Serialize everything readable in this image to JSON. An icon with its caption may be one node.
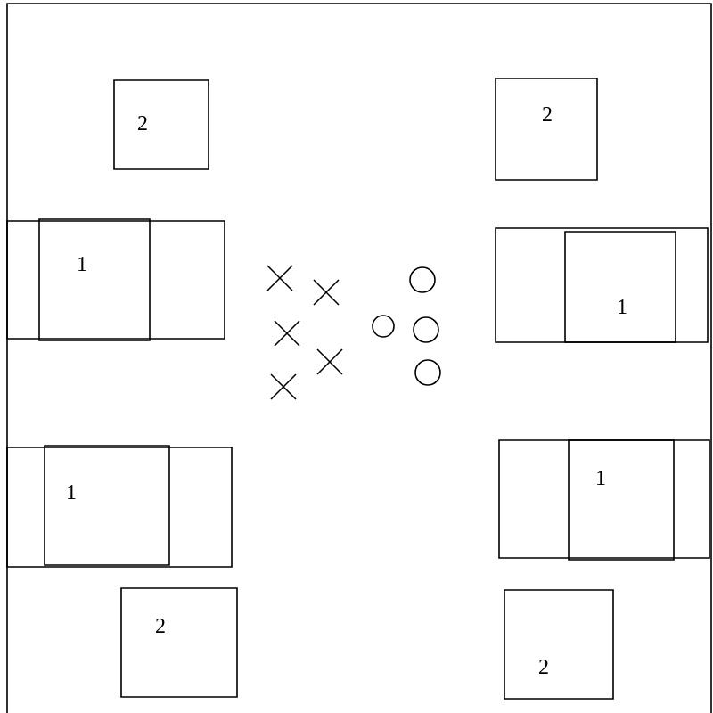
{
  "diagram": {
    "nodes": [
      {
        "text": [
          "2"
        ]
      },
      {
        "text": [
          "2"
        ]
      },
      {
        "text": [],
        "shape": "box"
      },
      {
        "text": [
          "1"
        ],
        "in": 2
      },
      {
        "text": [],
        "shape": "box"
      },
      {
        "text": [
          "1"
        ],
        "in": 4
      },
      {
        "text": [],
        "shape": "box"
      },
      {
        "text": [
          "1"
        ],
        "in": 6
      },
      {
        "text": [],
        "shape": "box"
      },
      {
        "text": [
          "1"
        ],
        "in": 8
      },
      {
        "text": [
          "2"
        ]
      },
      {
        "text": [
          "2"
        ]
      }
    ]
  }
}
